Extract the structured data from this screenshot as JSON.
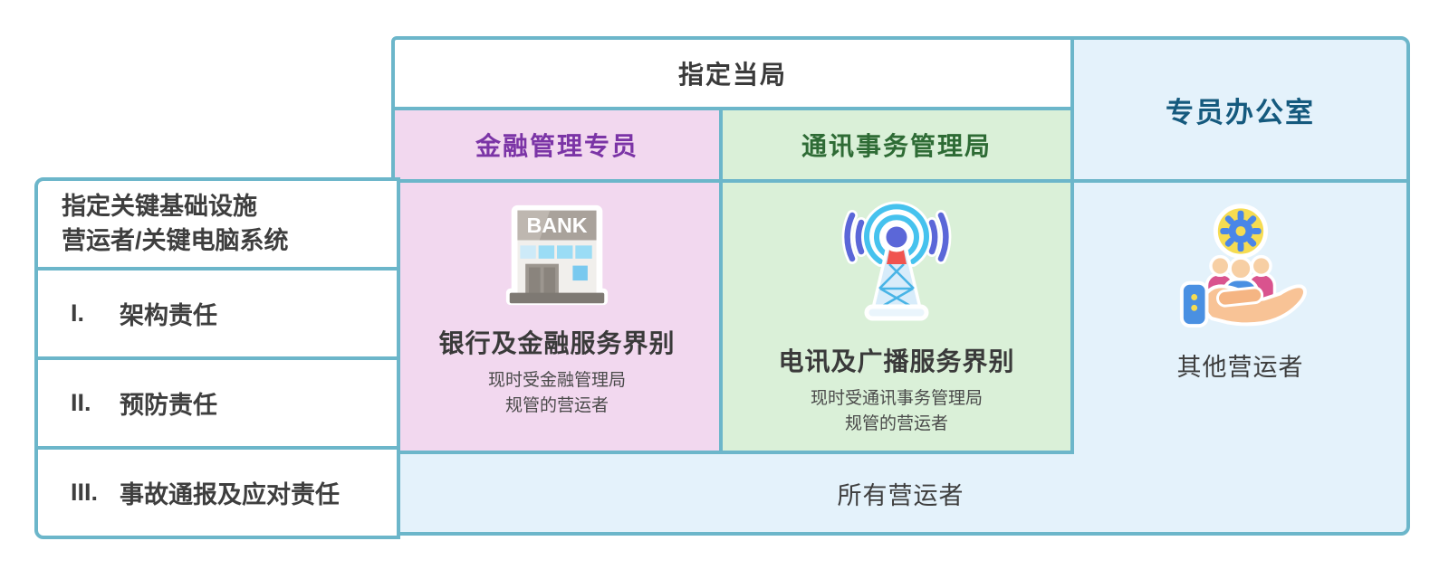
{
  "header": {
    "designated_authority": "指定当局",
    "monetary_authority": "金融管理专员",
    "communications_authority": "通讯事务管理局",
    "commissioner_office": "专员办公室"
  },
  "left_table": {
    "row1": {
      "line1": "指定关键基础设施",
      "line2": "营运者/关键电脑系统"
    },
    "rows": [
      {
        "numeral": "I.",
        "label": "架构责任"
      },
      {
        "numeral": "II.",
        "label": "预防责任"
      },
      {
        "numeral": "III.",
        "label": "事故通报及应对责任"
      }
    ]
  },
  "cells": {
    "banking": {
      "icon": "bank-icon",
      "sign": "BANK",
      "title": "银行及金融服务界别",
      "subtitle_line1": "现时受金融管理局",
      "subtitle_line2": "规管的营运者"
    },
    "telecom": {
      "icon": "broadcast-tower-icon",
      "title": "电讯及广播服务界别",
      "subtitle_line1": "现时受通讯事务管理局",
      "subtitle_line2": "规管的营运者"
    },
    "others": {
      "icon": "hand-holding-users-icon",
      "label": "其他营运者"
    },
    "all_operators": {
      "label": "所有营运者"
    }
  },
  "colors": {
    "border_teal": "#6cb6ca",
    "pink_bg": "#f2d8ef",
    "green_bg": "#daf0d8",
    "blue_bg": "#e4f2fb",
    "purple_text": "#7b34a6",
    "green_text": "#2e6b35",
    "teal_text": "#155a7e",
    "dark_text": "#3e3e3e"
  }
}
